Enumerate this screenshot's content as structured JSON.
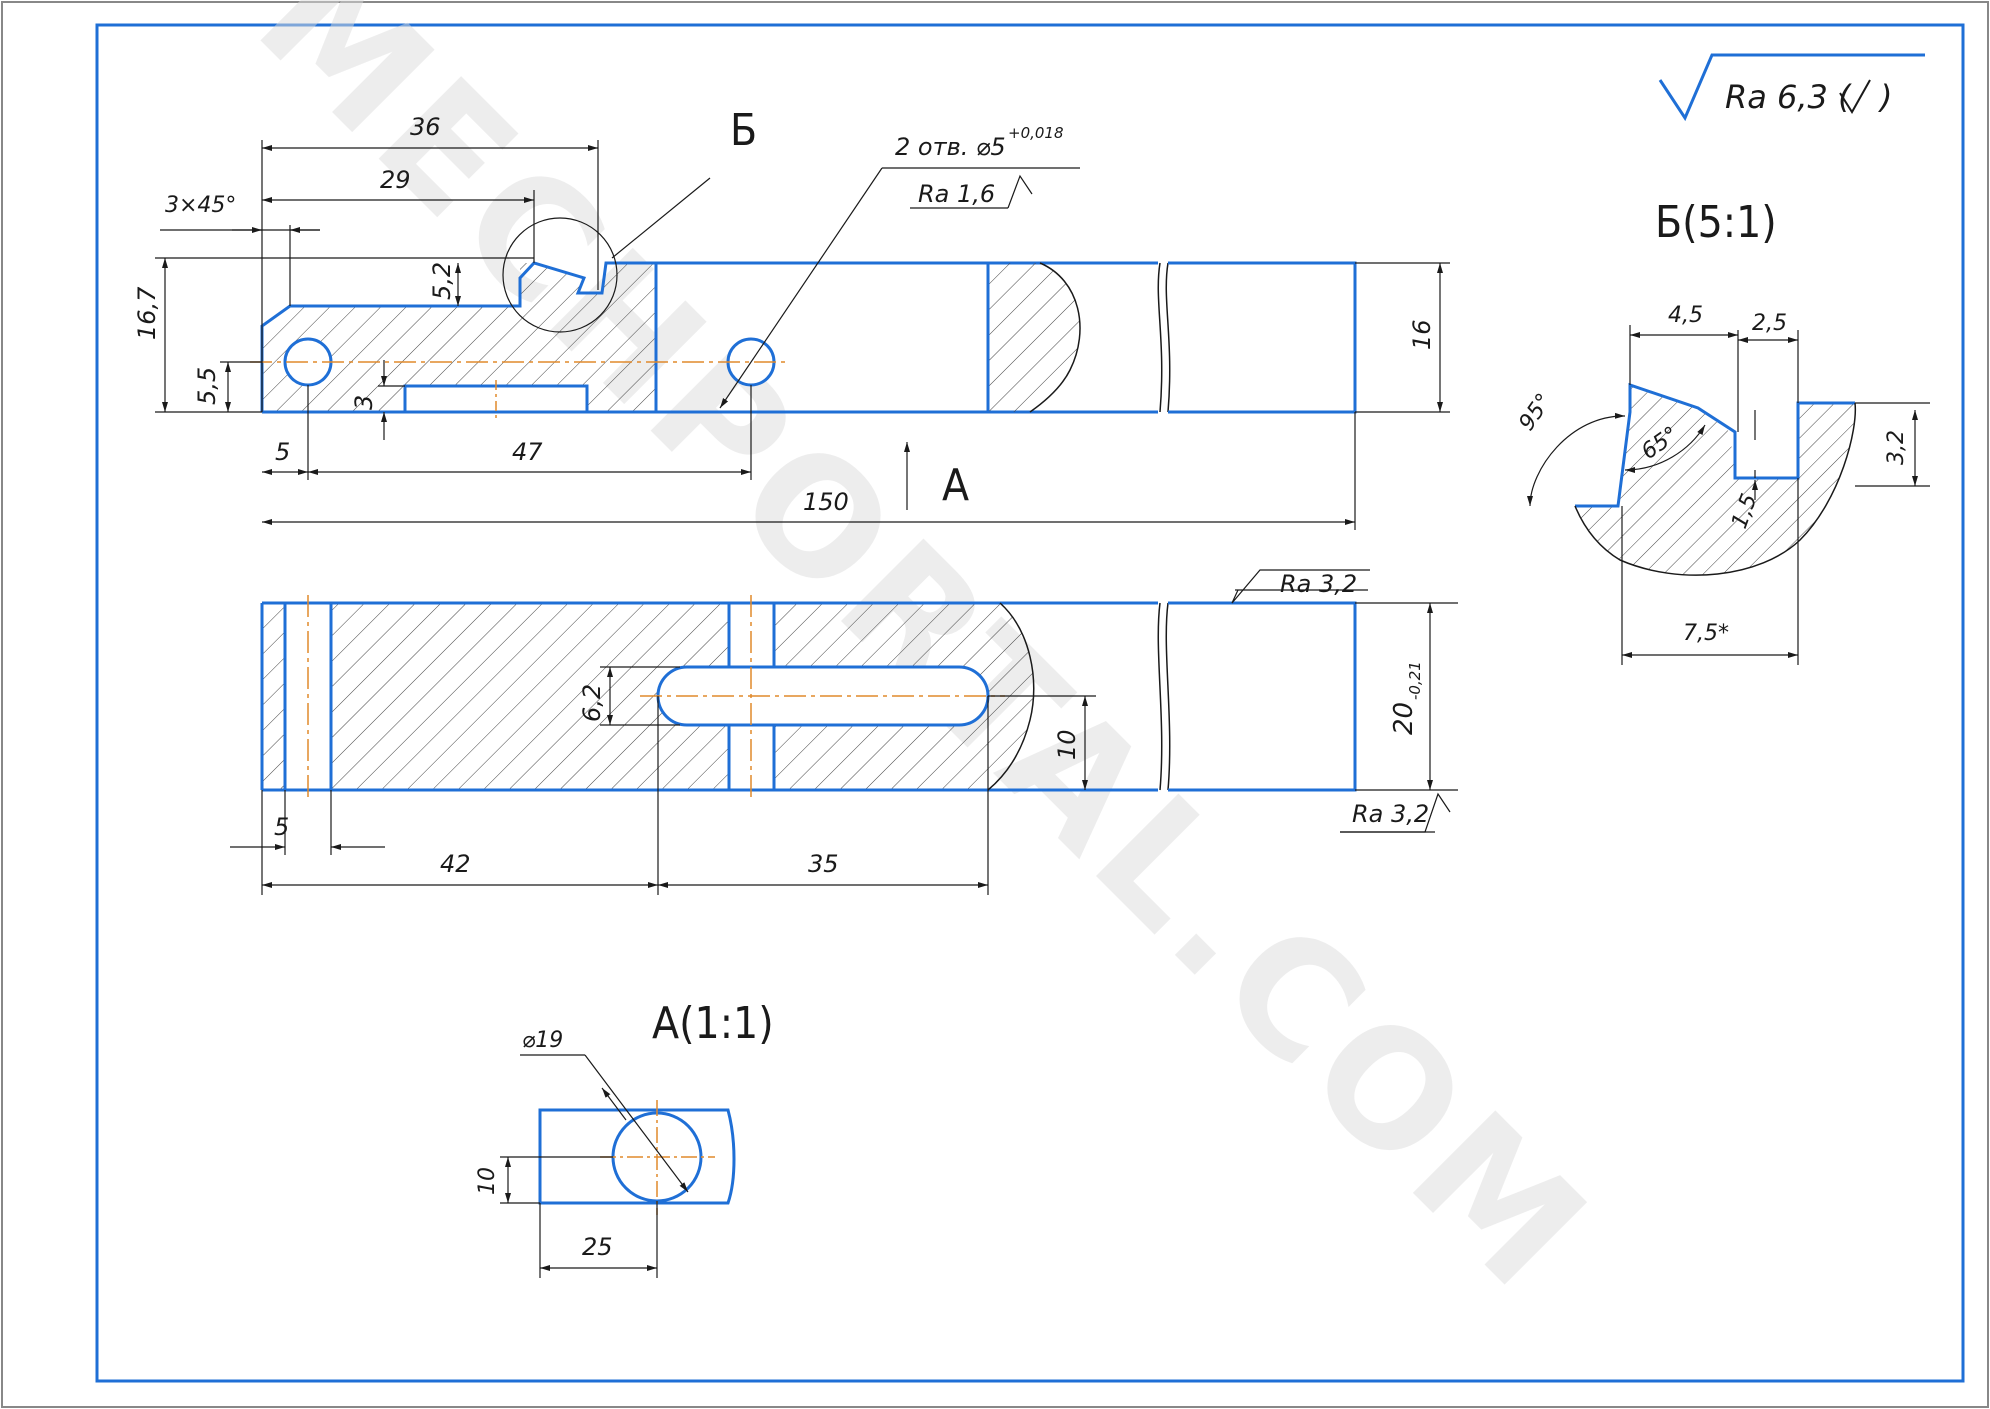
{
  "watermark": "MECHPORTAL.COM",
  "roughness": {
    "general": "Ra 6,3 (",
    "general_close": ")",
    "hole": "Ra 1,6",
    "top_face": "Ra 3,2",
    "bottom_face": "Ra 3,2"
  },
  "labels": {
    "section_b_marker": "Б",
    "view_a_marker": "А",
    "detail_b_title": "Б(5:1)",
    "view_a_title": "А(1:1)",
    "holes_note": "2 отв. ⌀5",
    "holes_tolerance": "+0,018",
    "tolerance_20": "-0,21"
  },
  "dimensions": {
    "d36": "36",
    "d29": "29",
    "chamfer": "3×45°",
    "d16_7": "16,7",
    "d5_2": "5,2",
    "d5_5": "5,5",
    "d3": "3",
    "d16": "16",
    "d5_top": "5",
    "d47": "47",
    "d150": "150",
    "d6_2": "6,2",
    "d10": "10",
    "d20": "20",
    "d5_bottom": "5",
    "d42": "42",
    "d35": "35",
    "d4_5": "4,5",
    "d2_5": "2,5",
    "a95": "95°",
    "a65": "65°",
    "d3_2": "3,2",
    "d1_5": "1,5",
    "d7_5": "7,5*",
    "phi19": "⌀19",
    "d10_a": "10",
    "d25": "25"
  },
  "colors": {
    "contour": "#1f6fd6",
    "frame": "#1f6fd6",
    "dim_line": "#1a1a1a",
    "center_line": "#e08a2c"
  }
}
